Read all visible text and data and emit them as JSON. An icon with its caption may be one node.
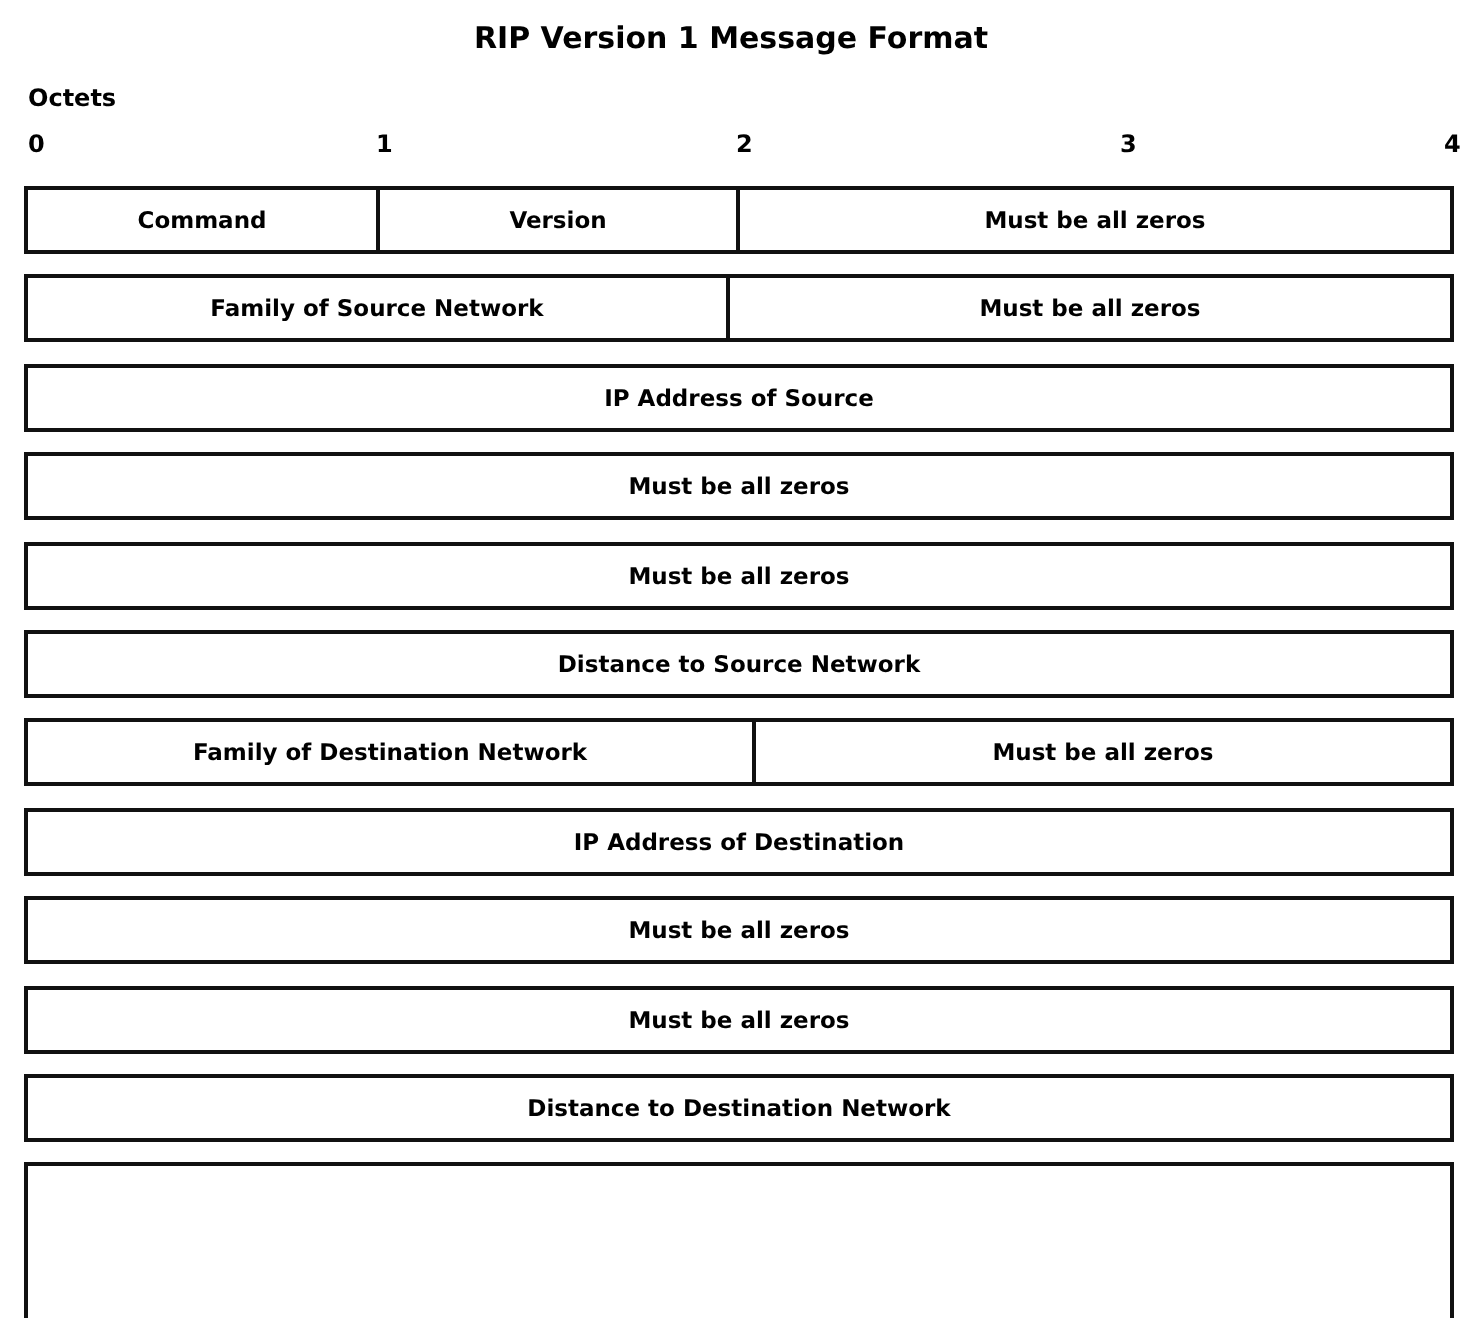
{
  "diagram": {
    "title": "RIP Version 1 Message Format",
    "nodes": [
      {
        "text": [
          "Command"
        ]
      },
      {
        "text": [
          "Version"
        ]
      },
      {
        "text": [
          "Must be all zeros"
        ]
      },
      {
        "text": [
          "Family of Source Network"
        ]
      },
      {
        "text": [
          "Must be all zeros"
        ]
      },
      {
        "text": [
          "IP Address of Source"
        ]
      },
      {
        "text": [
          "Must be all zeros"
        ]
      },
      {
        "text": [
          "Must be all zeros"
        ]
      },
      {
        "text": [
          "Distance to Source Network"
        ]
      },
      {
        "text": [
          "Family of Destination Network"
        ]
      },
      {
        "text": [
          "Must be all zeros"
        ]
      },
      {
        "text": [
          "IP Address of Destination"
        ]
      },
      {
        "text": [
          "Must be all zeros"
        ]
      },
      {
        "text": [
          "Must be all zeros"
        ]
      },
      {
        "text": [
          "Distance to Destination Network"
        ]
      },
      {
        "text": [],
        "shape": "box"
      }
    ],
    "edges": [],
    "labels": [
      "Octets",
      "0",
      "1",
      "2",
      "3",
      "4"
    ]
  }
}
